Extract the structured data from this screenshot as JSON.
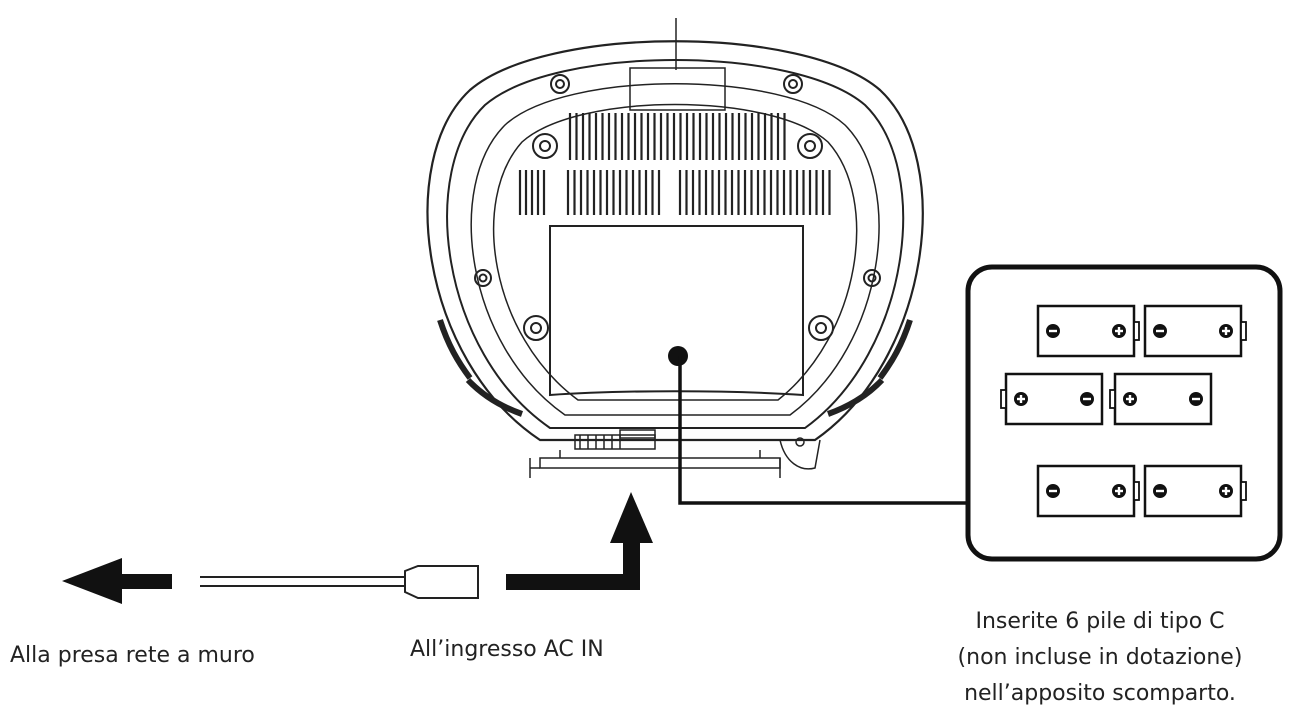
{
  "labels": {
    "wall_outlet": "Alla presa rete a muro",
    "ac_input": "All’ingresso AC IN",
    "battery_lines": [
      "Inserite 6 pile di tipo C",
      "(non incluse in dotazione)",
      "nell’apposito scomparto."
    ]
  },
  "colors": {
    "line": "#222222",
    "fill": "#ffffff"
  }
}
